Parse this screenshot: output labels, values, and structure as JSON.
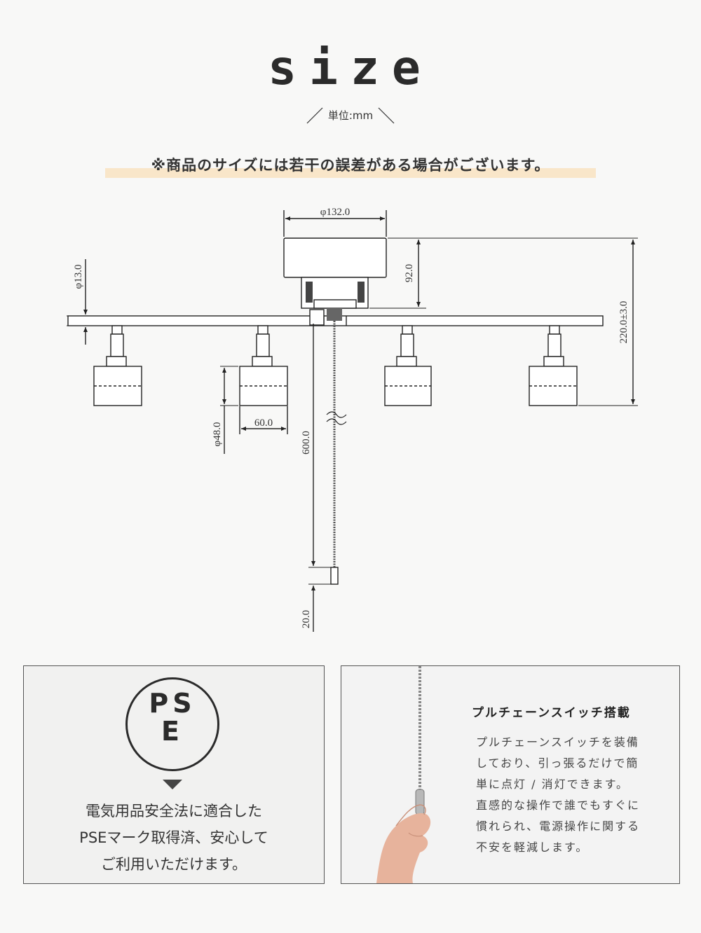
{
  "header": {
    "title": "size",
    "unit_label": "単位:mm"
  },
  "note": "※商品のサイズには若干の誤差がある場合がございます。",
  "dimensions": {
    "base_diameter": "φ132.0",
    "base_height": "92.0",
    "total_height": "220.0±3.0",
    "rail_thickness": "φ13.0",
    "shade_width": "60.0",
    "shade_diameter": "φ48.0",
    "chain_length": "600.0",
    "pull_length": "20.0"
  },
  "pse_panel": {
    "mark_top": "PS",
    "mark_bottom": "E",
    "lines": [
      "電気用品安全法に適合した",
      "PSEマーク取得済、安心して",
      "ご利用いただけます。"
    ]
  },
  "chain_panel": {
    "heading": "プルチェーンスイッチ搭載",
    "lines": [
      "プルチェーンスイッチを装備",
      "しており、引っ張るだけで簡",
      "単に点灯 / 消灯できます。",
      "直感的な操作で誰でもすぐに",
      "慣れられ、電源操作に関する",
      "不安を軽減します。"
    ]
  },
  "colors": {
    "highlight": "#f9e6c9",
    "text": "#333333",
    "line": "#222222"
  }
}
